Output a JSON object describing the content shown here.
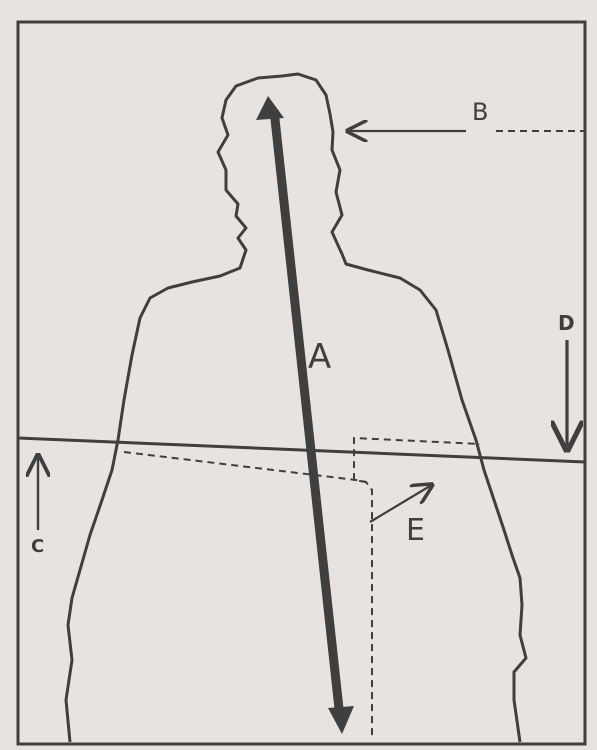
{
  "diagram": {
    "labels": {
      "a": "A",
      "b": "B",
      "c": "C",
      "d": "D",
      "e": "E"
    },
    "colors": {
      "background": "#e9e3df",
      "ink": "#3f3f3f"
    }
  }
}
